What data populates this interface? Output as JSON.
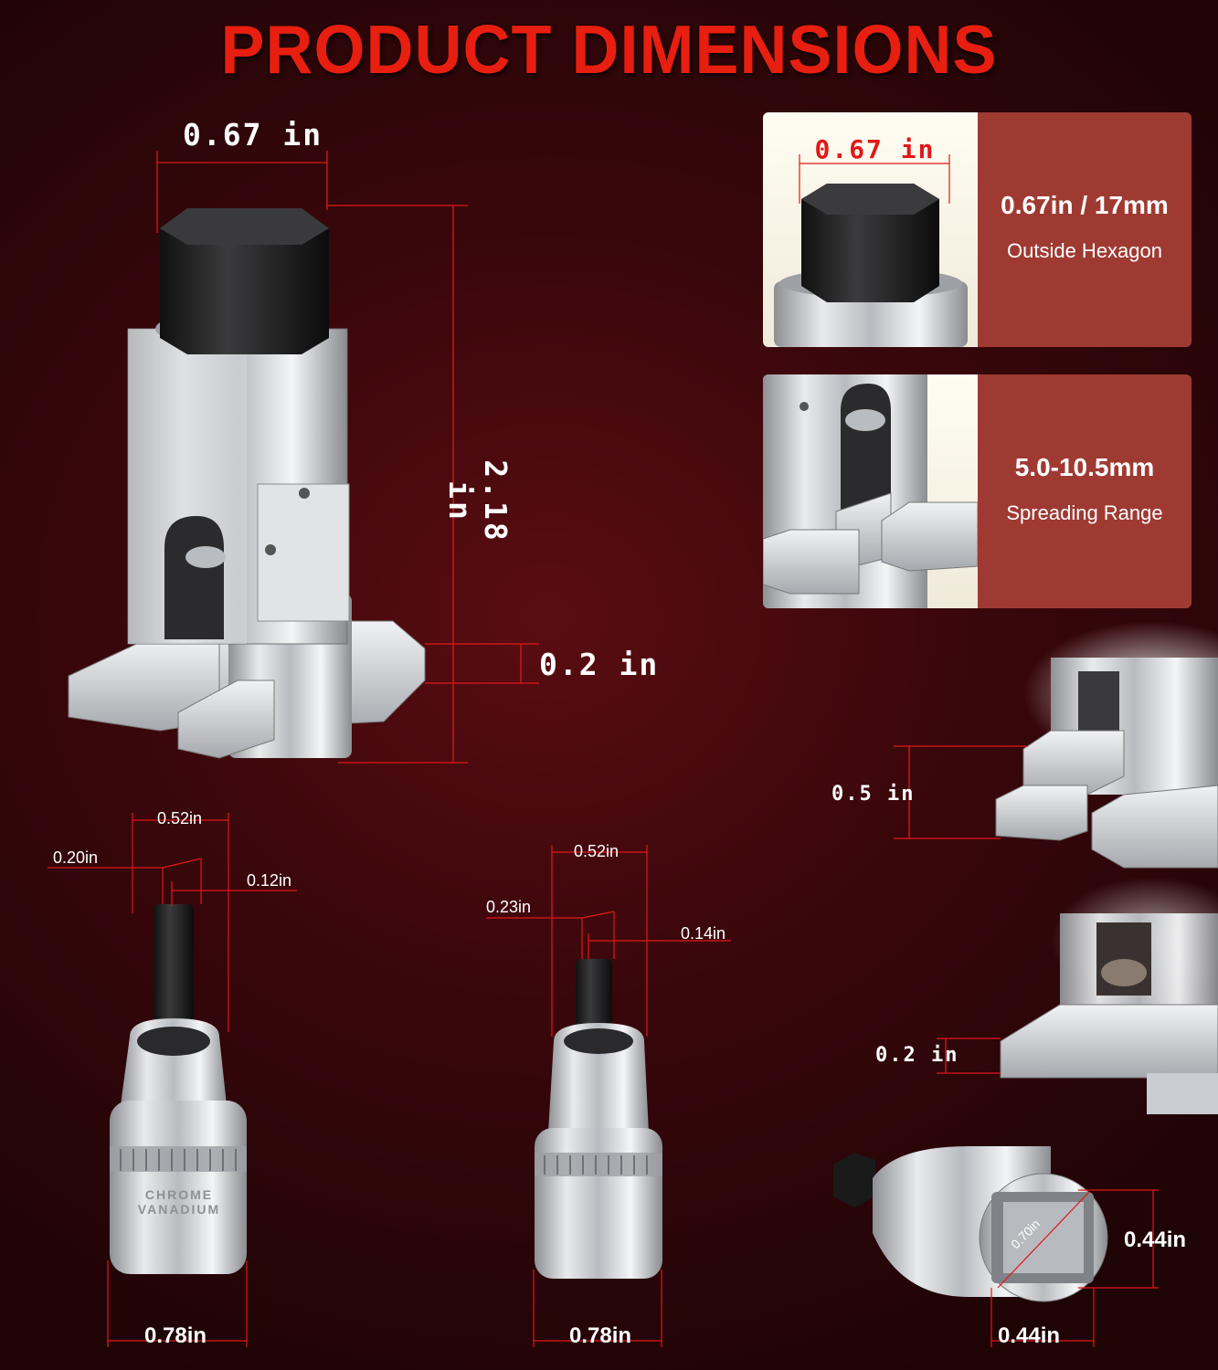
{
  "header": {
    "title": "PRODUCT DIMENSIONS"
  },
  "main_tool": {
    "width": "0.67 in",
    "height": "2.18 in",
    "plate": "0.2 in"
  },
  "card_hex": {
    "inset_label": "0.67 in",
    "spec": "0.67in / 17mm",
    "desc": "Outside Hexagon"
  },
  "card_spread": {
    "spec": "5.0-10.5mm",
    "desc": "Spreading Range"
  },
  "jaw_detail": {
    "height": "0.5 in",
    "plate": "0.2 in"
  },
  "socket_small": {
    "width_top": "0.52in",
    "across_corners": "0.20in",
    "across_flats": "0.12in",
    "body": "0.78in",
    "marking": "CHROME VANADIUM"
  },
  "socket_large": {
    "width_top": "0.52in",
    "across_corners": "0.23in",
    "across_flats": "0.14in",
    "body": "0.78in"
  },
  "square_drive": {
    "diagonal": "0.70in",
    "side_v": "0.44in",
    "side_h": "0.44in"
  },
  "colors": {
    "title_red": "#e81e10",
    "line_red": "#e01818",
    "panel_red": "#9f3a33"
  }
}
